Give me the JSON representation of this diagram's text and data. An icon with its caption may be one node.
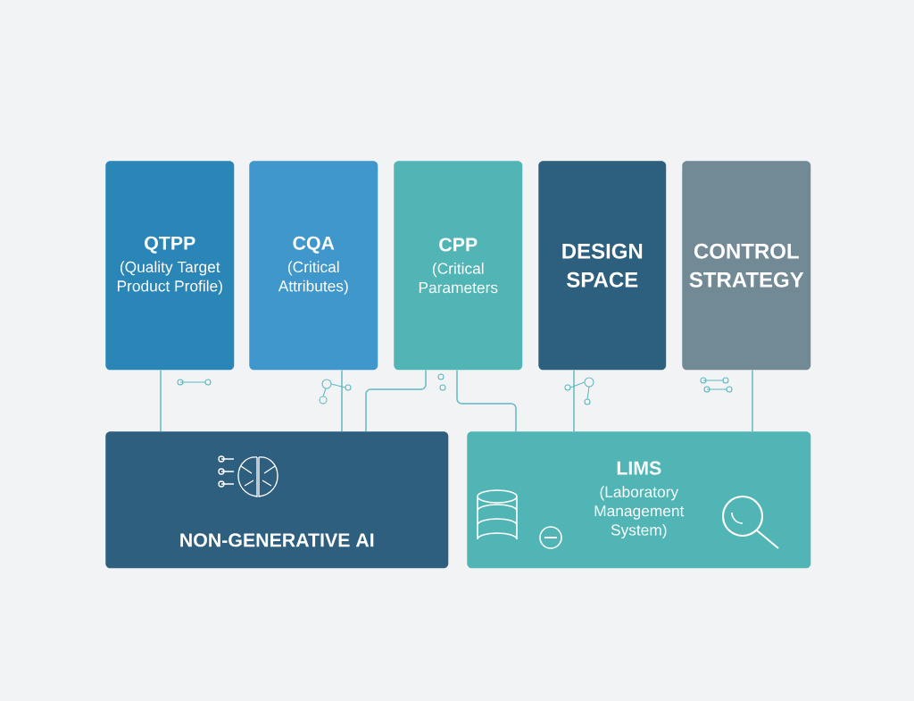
{
  "diagram": {
    "nodes": [
      {
        "text": [
          "QTPP",
          "(Quality Target Product Profile)"
        ]
      },
      {
        "text": [
          "CQA",
          "(Critical Attributes)"
        ]
      },
      {
        "text": [
          "CPP",
          "(Critical Parameters"
        ]
      },
      {
        "text": [
          "DESIGN SPACE"
        ]
      },
      {
        "text": [
          "CONTROL STRATEGY"
        ]
      },
      {
        "text": [
          "NON-GENERATIVE AI"
        ]
      },
      {
        "text": [
          "LIMS",
          "(Laboratory Management System)"
        ]
      }
    ],
    "edges": [
      {
        "from": 0,
        "to": 5,
        "arrow": "none"
      },
      {
        "from": 1,
        "to": 5,
        "arrow": "none"
      },
      {
        "from": 2,
        "to": 5,
        "arrow": "none"
      },
      {
        "from": 2,
        "to": 6,
        "arrow": "none"
      },
      {
        "from": 3,
        "to": 6,
        "arrow": "none"
      },
      {
        "from": 4,
        "to": 6,
        "arrow": "none"
      }
    ]
  }
}
